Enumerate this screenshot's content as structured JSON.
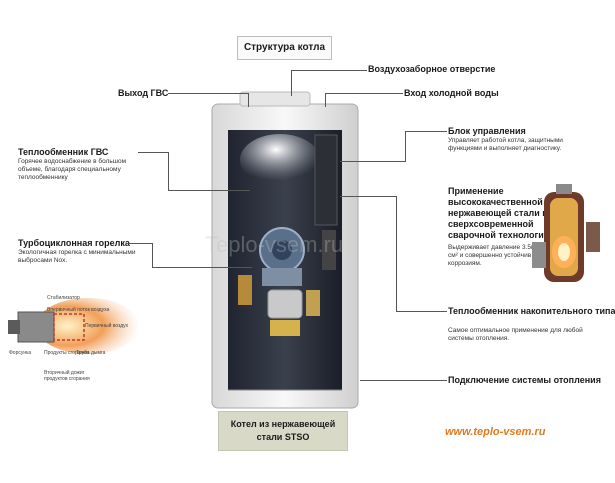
{
  "title": "Структура котла",
  "labels": {
    "air_intake": "Воздухозаборное отверстие",
    "dhw_outlet": "Выход ГВС",
    "cold_inlet": "Вход холодной воды",
    "dhw_exchanger": "Теплообменник ГВС",
    "dhw_exchanger_desc": "Горячее водоснабжение в большом объеме, благодаря специальному теплообменнику",
    "control_unit": "Блок управления",
    "control_unit_desc": "Управляет работой котла, защитными функциями и выполняет диагностику.",
    "steel_title": "Применение высококачественной нержавеющей стали и сверхсовременной сварочной технологии",
    "steel_desc": "Выдерживает давление 3.5кг/см² и совершенно устойчив к коррозиям.",
    "burner": "Турбоциклонная горелка",
    "burner_desc": "Экологичная горелка с минимальными выбросами Nox.",
    "storage_exchanger": "Теплообменник накопительного типа",
    "storage_exchanger_desc": "Самое оптимальное применение для любой системы отопления.",
    "heating_connection": "Подключение системы отопления"
  },
  "burner_diagram": {
    "stabilizer": "Стабилизатор",
    "primary_air": "Впервичный поток воздуха",
    "burner_nozzle": "Форсунка",
    "combustion_products": "Продукты сгорания",
    "flame_tube": "Труба дымга",
    "secondary_air": "Первичный воздух",
    "secondary_flow": "Вторичный дожиг продуктов сгорания"
  },
  "footer": "Котел из нержавеющей стали STSO",
  "site": "www.teplo-vsem.ru",
  "watermark": "Teplo-vsem.ru",
  "colors": {
    "accent": "#e07a1e",
    "footer_bg": "#d9d9c8"
  }
}
